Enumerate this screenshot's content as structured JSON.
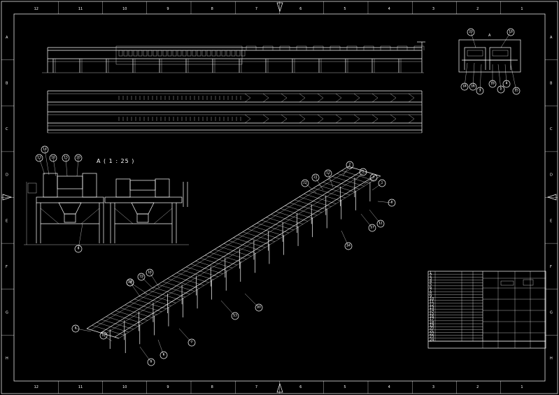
{
  "drawing": {
    "border_cols": [
      "12",
      "11",
      "10",
      "9",
      "8",
      "7",
      "6",
      "5",
      "4",
      "3",
      "2",
      "1"
    ],
    "border_rows": [
      "A",
      "B",
      "C",
      "D",
      "E",
      "F",
      "G",
      "H"
    ],
    "detail_ref_label": "A",
    "section_view_title": "A ( 1 : 25 )"
  },
  "detail_balloons": [
    "20",
    "18",
    "14",
    "16",
    "3",
    "19",
    "2",
    "4",
    "15"
  ],
  "section_balloons": [
    "13",
    "14",
    "16",
    "15",
    "20",
    "6"
  ],
  "iso_balloons": [
    "2",
    "3",
    "1",
    "1",
    "8",
    "11",
    "17",
    "24",
    "22",
    "21",
    "12",
    "20",
    "19",
    "16",
    "14",
    "20",
    "13",
    "8",
    "7",
    "9",
    "6",
    "10"
  ],
  "title_block": {
    "rows": [
      "1",
      "2",
      "3",
      "4",
      "5",
      "6",
      "7",
      "8",
      "9",
      "10",
      "11",
      "12",
      "13",
      "14",
      "15",
      "16",
      "17",
      "18",
      "19",
      "20",
      "21",
      "22",
      "23",
      "24"
    ]
  }
}
